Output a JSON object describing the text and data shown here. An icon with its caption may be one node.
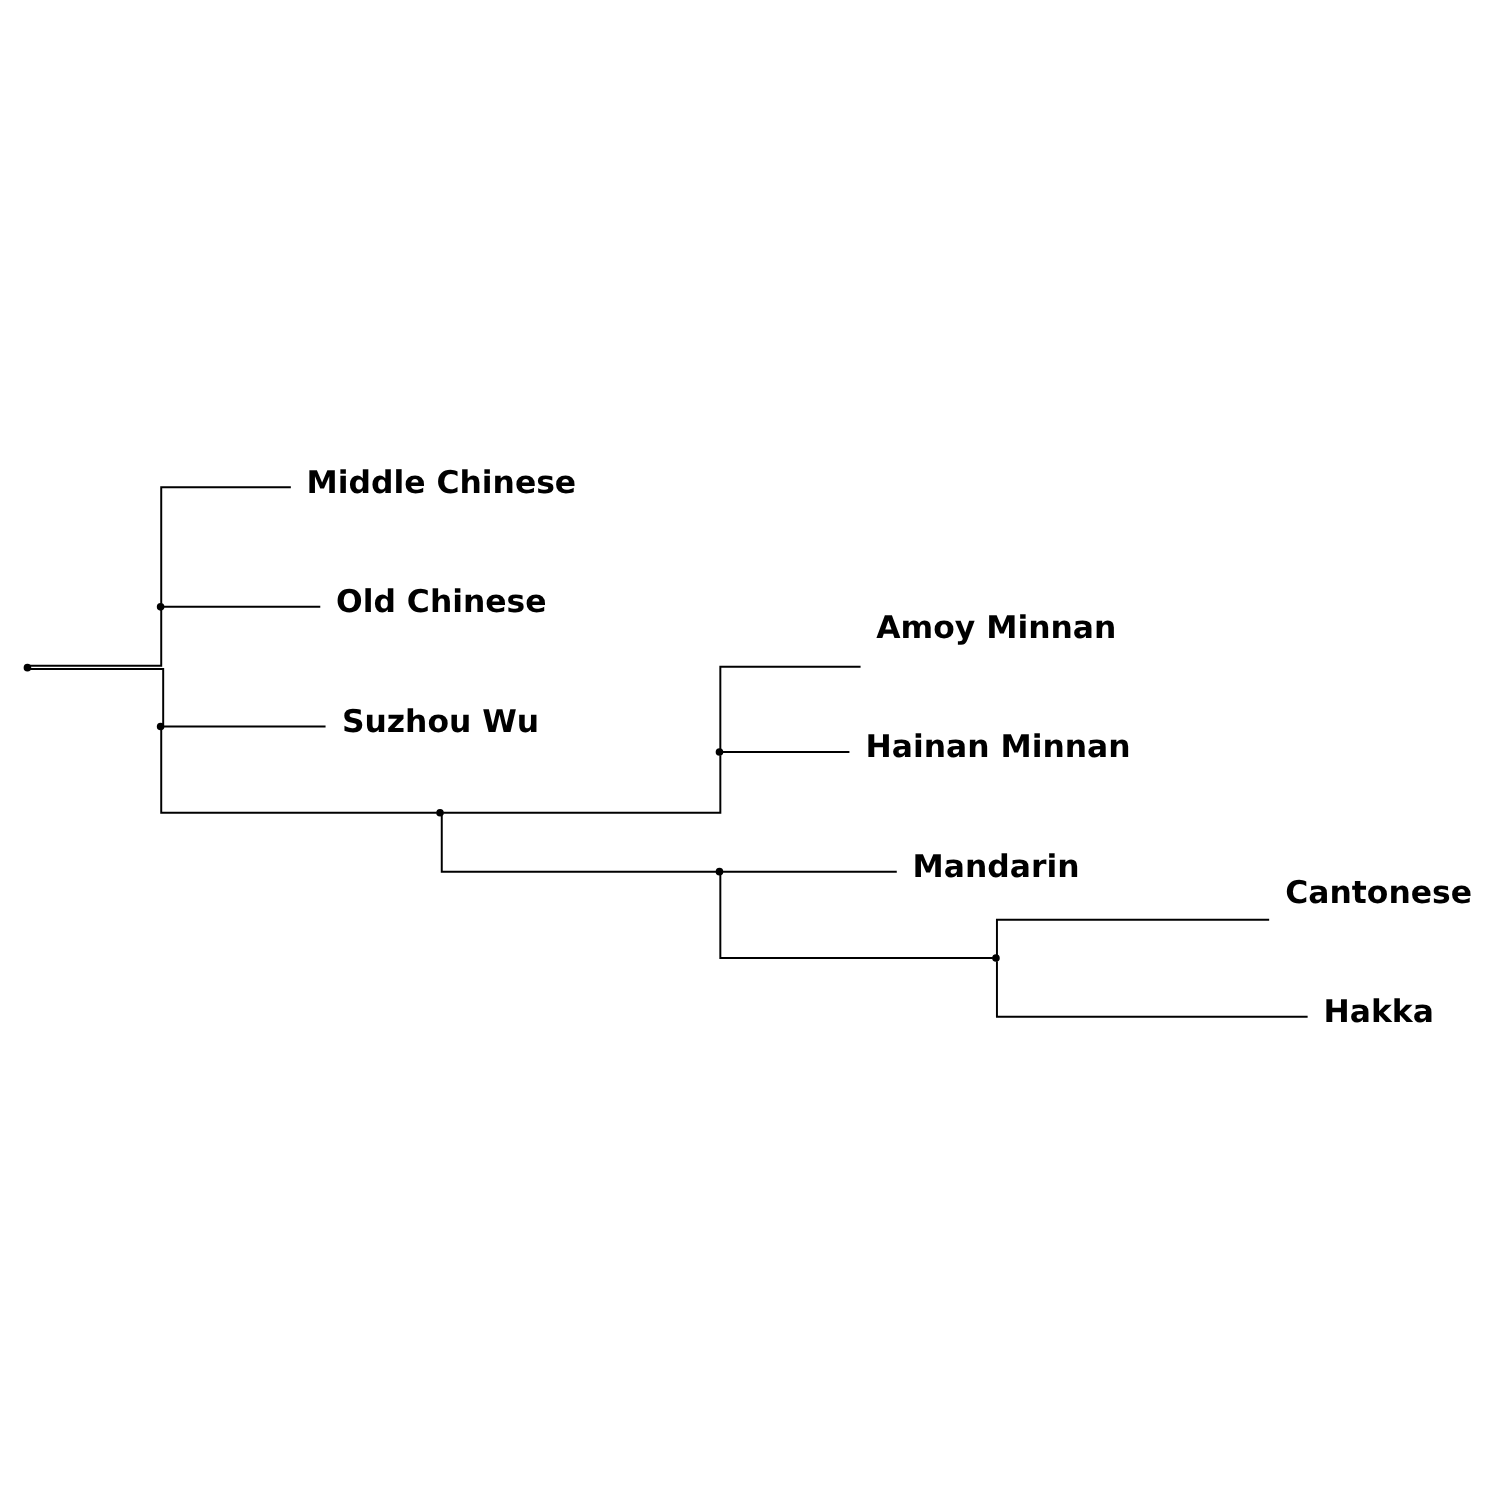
{
  "diagram": {
    "nodes": [
      {
        "text": [],
        "shape": "point"
      },
      {
        "text": [],
        "shape": "point"
      },
      {
        "text": [
          "Middle Chinese"
        ]
      },
      {
        "text": [
          "Old Chinese"
        ]
      },
      {
        "text": [],
        "shape": "point"
      },
      {
        "text": [
          "Suzhou Wu"
        ]
      },
      {
        "text": [],
        "shape": "point"
      },
      {
        "text": [],
        "shape": "point"
      },
      {
        "text": [
          "Amoy Minnan"
        ]
      },
      {
        "text": [
          "Hainan Minnan"
        ]
      },
      {
        "text": [],
        "shape": "point"
      },
      {
        "text": [
          "Mandarin"
        ]
      },
      {
        "text": [],
        "shape": "point"
      },
      {
        "text": [
          "Cantonese"
        ]
      },
      {
        "text": [
          "Hakka"
        ]
      }
    ],
    "edges": [
      {
        "from": 0,
        "to": 1,
        "arrow": "none"
      },
      {
        "from": 0,
        "to": 4,
        "arrow": "none"
      },
      {
        "from": 1,
        "to": 2,
        "arrow": "none"
      },
      {
        "from": 1,
        "to": 3,
        "arrow": "none"
      },
      {
        "from": 4,
        "to": 5,
        "arrow": "none"
      },
      {
        "from": 4,
        "to": 6,
        "arrow": "none"
      },
      {
        "from": 6,
        "to": 7,
        "arrow": "none"
      },
      {
        "from": 6,
        "to": 10,
        "arrow": "none"
      },
      {
        "from": 7,
        "to": 8,
        "arrow": "none"
      },
      {
        "from": 7,
        "to": 9,
        "arrow": "none"
      },
      {
        "from": 10,
        "to": 11,
        "arrow": "none"
      },
      {
        "from": 10,
        "to": 12,
        "arrow": "none"
      },
      {
        "from": 12,
        "to": 13,
        "arrow": "none"
      },
      {
        "from": 12,
        "to": 14,
        "arrow": "none"
      }
    ]
  }
}
